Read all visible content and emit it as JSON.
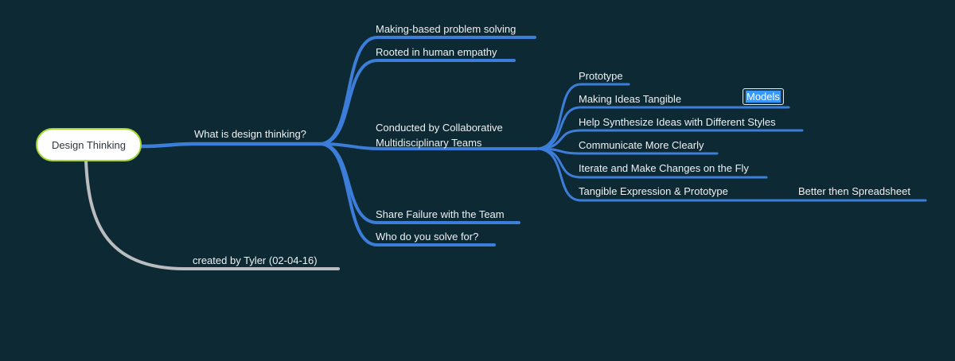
{
  "colors": {
    "background": "#0d2933",
    "branch_blue": "#3b7dd8",
    "branch_gray": "#b9bdc0",
    "label_text": "#eef2f4",
    "root_border": "#a3d930",
    "root_fill": "#fdfefd",
    "root_text": "#33383c",
    "selection_highlight": "#3898fd"
  },
  "root": {
    "label": "Design Thinking"
  },
  "level1": {
    "what": {
      "label": "What is design thinking?"
    },
    "created": {
      "label": "created by Tyler (02-04-16)"
    }
  },
  "level2": {
    "making_based": {
      "label": "Making-based problem solving"
    },
    "rooted": {
      "label": "Rooted in human empathy"
    },
    "conducted": {
      "line1": "Conducted by Collaborative",
      "line2": "Multidisciplinary Teams"
    },
    "share_failure": {
      "label": "Share Failure with the Team"
    },
    "who_solve": {
      "label": "Who do you solve for?"
    }
  },
  "level3": {
    "prototype": {
      "label": "Prototype"
    },
    "making_ideas": {
      "label": "Making Ideas Tangible"
    },
    "models_edit": {
      "value": "Models"
    },
    "help_synthesize": {
      "label": "Help Synthesize Ideas with Different Styles"
    },
    "communicate": {
      "label": "Communicate More Clearly"
    },
    "iterate": {
      "label": "Iterate and Make Changes on the Fly"
    },
    "tangible": {
      "label": "Tangible Expression & Prototype"
    }
  },
  "level4": {
    "better": {
      "label": "Better then Spreadsheet"
    }
  }
}
